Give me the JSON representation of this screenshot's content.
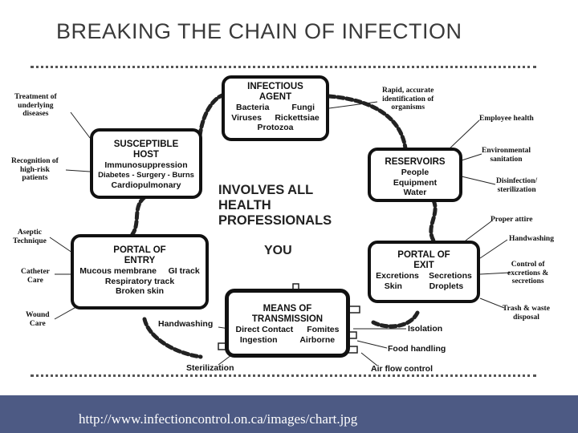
{
  "title": "BREAKING THE CHAIN OF INFECTION",
  "center_text": {
    "line1": "INVOLVES ALL",
    "line2": "HEALTH",
    "line3": "PROFESSIONALS",
    "you": "YOU"
  },
  "boxes": {
    "agent": {
      "line1": "INFECTIOUS",
      "line2": "AGENT",
      "items": [
        "Bacteria",
        "Fungi",
        "Viruses",
        "Rickettsiae",
        "Protozoa"
      ]
    },
    "host": {
      "line1": "SUSCEPTIBLE",
      "line2": "HOST",
      "items": [
        "Immunosuppression",
        "Diabetes - Surgery - Burns",
        "Cardiopulmonary"
      ]
    },
    "reservoirs": {
      "line1": "RESERVOIRS",
      "items": [
        "People",
        "Equipment",
        "Water"
      ]
    },
    "entry": {
      "line1": "PORTAL OF",
      "line2": "ENTRY",
      "items": [
        "Mucous membrane",
        "GI track",
        "Respiratory track",
        "Broken skin"
      ]
    },
    "exit": {
      "line1": "PORTAL OF",
      "line2": "EXIT",
      "items": [
        "Excretions",
        "Secretions",
        "Skin",
        "Droplets"
      ]
    },
    "transmission": {
      "line1": "MEANS OF",
      "line2": "TRANSMISSION",
      "items": [
        "Direct Contact",
        "Fomites",
        "Ingestion",
        "Airborne"
      ]
    }
  },
  "left_labels": {
    "treatment": [
      "Treatment of",
      "underlying",
      "diseases"
    ],
    "recognition": [
      "Recognition of",
      "high-risk",
      "patients"
    ],
    "aseptic": [
      "Aseptic",
      "Technique"
    ],
    "catheter": [
      "Catheter",
      "Care"
    ],
    "wound": [
      "Wound",
      "Care"
    ]
  },
  "right_labels": {
    "rapid": [
      "Rapid, accurate",
      "identification of",
      "organisms"
    ],
    "employee": "Employee health",
    "environmental": [
      "Environmental",
      "sanitation"
    ],
    "disinfection": [
      "Disinfection/",
      "sterilization"
    ],
    "attire": "Proper attire",
    "handwashing": "Handwashing",
    "control": [
      "Control of",
      "excretions &",
      "secretions"
    ],
    "trash": [
      "Trash & waste",
      "disposal"
    ]
  },
  "bottom_labels": {
    "handwashing": "Handwashing",
    "sterilization": "Sterilization",
    "isolation": "Isolation",
    "food": "Food handling",
    "airflow": "Air flow control"
  },
  "footer_url": "http://www.infectioncontrol.on.ca/images/chart.jpg"
}
